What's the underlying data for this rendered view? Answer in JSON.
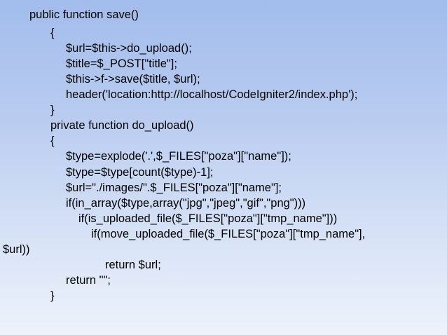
{
  "slide": {
    "code_lines": [
      "public function save()",
      "{",
      "$url=$this->do_upload();",
      "$title=$_POST[\"title\"];",
      "$this->f->save($title, $url);",
      "header('location:http://localhost/CodeIgniter2/index.php');",
      "}",
      "private function do_upload()",
      "{",
      "$type=explode('.',$_FILES[\"poza\"][\"name\"]);",
      "$type=$type[count($type)-1];",
      "$url=\"./images/\".$_FILES[\"poza\"][\"name\"];",
      "if(in_array($type,array(\"jpg\",\"jpeg\",\"gif\",\"png\")))",
      "if(is_uploaded_file($_FILES[\"poza\"][\"tmp_name\"]))",
      "if(move_uploaded_file($_FILES[\"poza\"][\"tmp_name\"],",
      "$url))",
      "return $url;",
      "return \"\";",
      "}"
    ]
  }
}
